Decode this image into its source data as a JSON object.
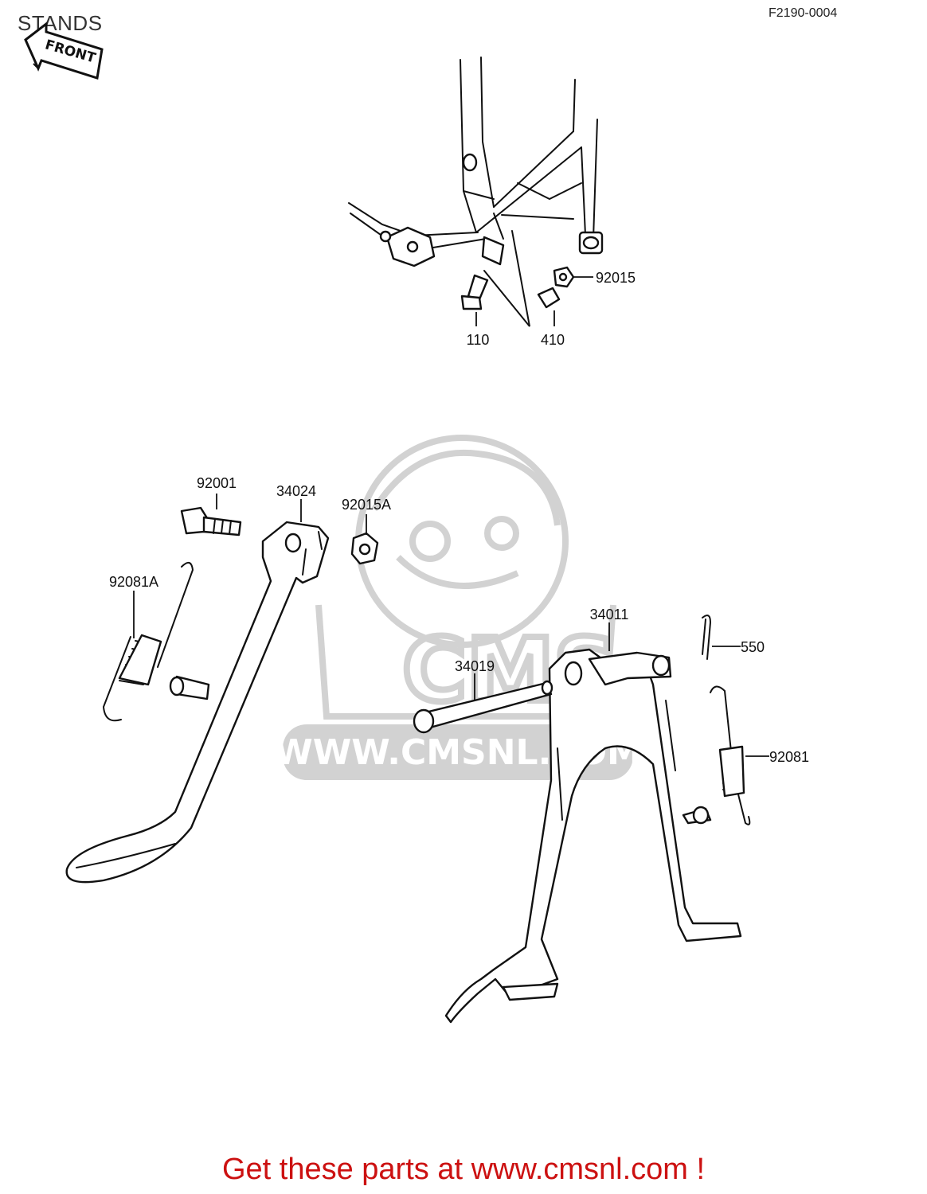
{
  "header": {
    "title": "STANDS",
    "code": "F2190-0004"
  },
  "front_marker": {
    "text": "FRONT",
    "icon": "front-arrow-icon"
  },
  "watermark": {
    "text": "WWW.CMSNL.COM",
    "logo_text": "CMS"
  },
  "callouts": {
    "p110": "110",
    "p410": "410",
    "p92015": "92015",
    "p92001": "92001",
    "p34024": "34024",
    "p92015A": "92015A",
    "p92081A": "92081A",
    "p34011": "34011",
    "p34019": "34019",
    "p550": "550",
    "p92081": "92081"
  },
  "footer": {
    "link_text": "Get these parts at www.cmsnl.com !"
  },
  "colors": {
    "link": "#cc1111",
    "ink": "#111111",
    "watermark": "#d2d2d2"
  }
}
